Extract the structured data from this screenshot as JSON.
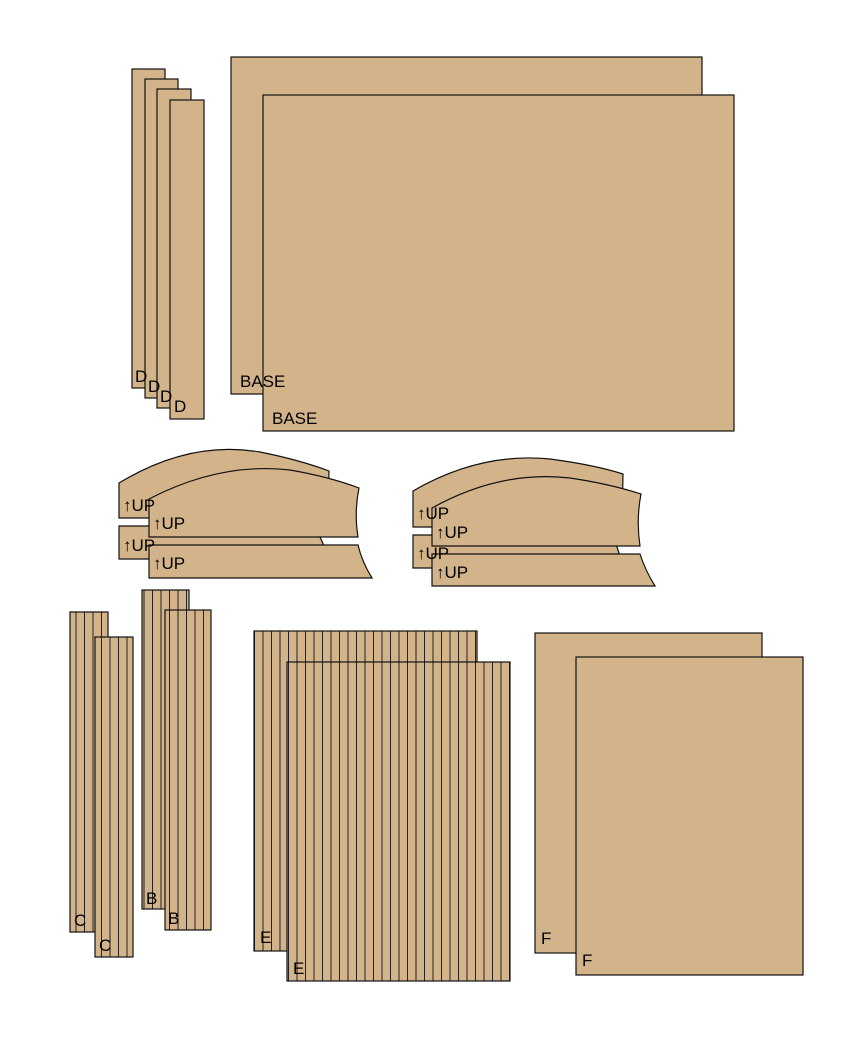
{
  "colors": {
    "wood": "#d3b48a",
    "outline": "#111111"
  },
  "pieces": {
    "d_label": "D",
    "base_label": "BASE",
    "up_label": "↑UP",
    "c_label": "C",
    "b_label": "B",
    "e_label": "E",
    "f_label": "F"
  }
}
